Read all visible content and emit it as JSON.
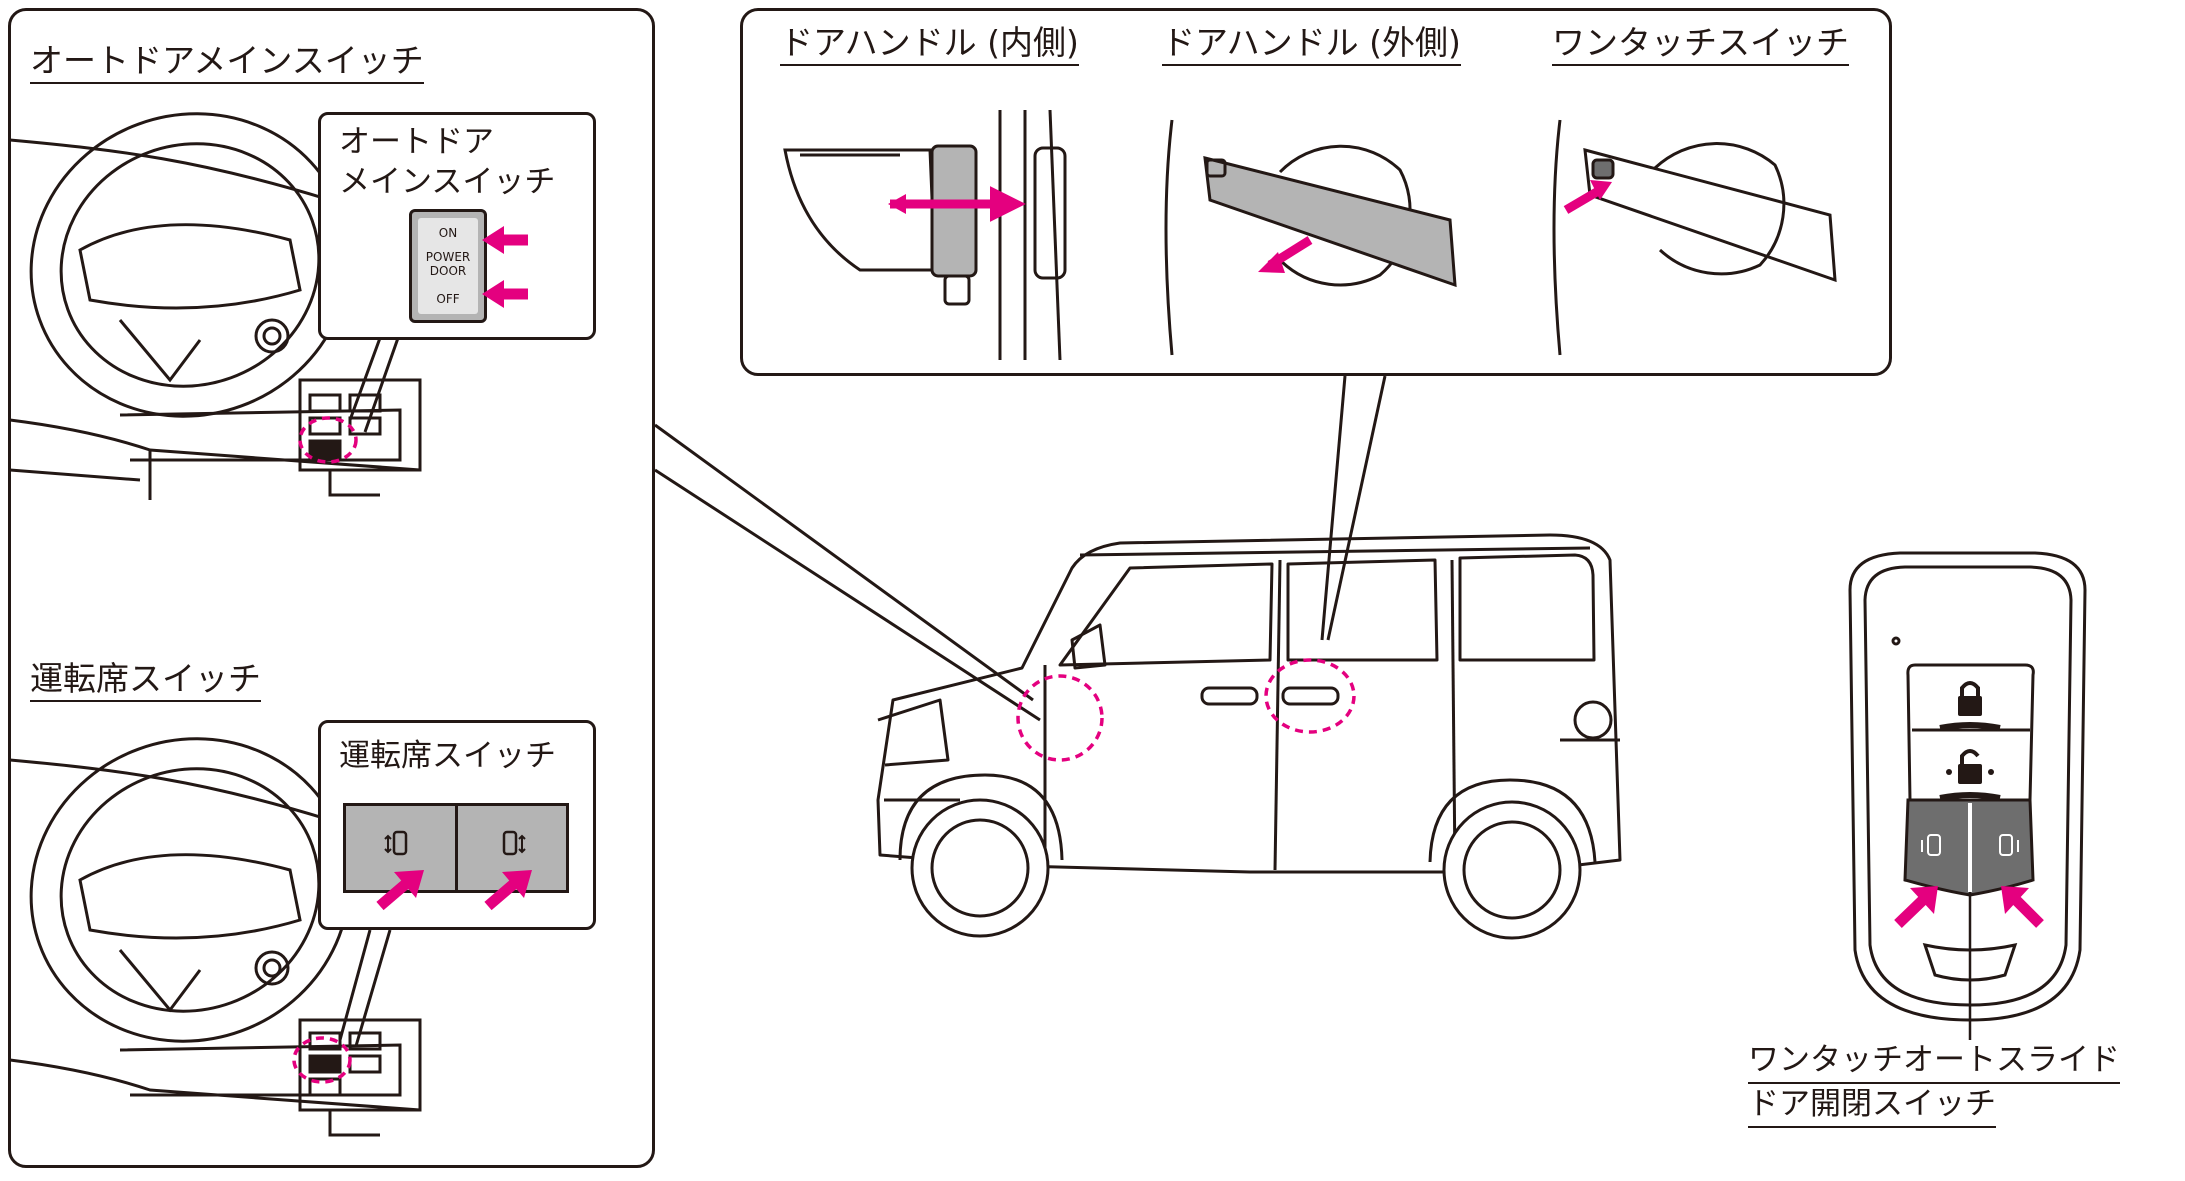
{
  "left_panel": {
    "main_switch_heading": "オートドアメインスイッチ",
    "main_switch_callout": {
      "title_line1": "オートドア",
      "title_line2": "メインスイッチ",
      "on_label": "ON",
      "power_label": "POWER",
      "door_label": "DOOR",
      "off_label": "OFF"
    },
    "driver_switch_heading": "運転席スイッチ",
    "driver_switch_callout": {
      "title": "運転席スイッチ"
    }
  },
  "top_panel": {
    "inner_handle_heading": "ドアハンドル (内側)",
    "outer_handle_heading": "ドアハンドル (外側)",
    "one_touch_heading": "ワンタッチスイッチ"
  },
  "key_fob": {
    "label_line1": "ワンタッチオートスライド",
    "label_line2": "ドア開閉スイッチ"
  },
  "colors": {
    "accent": "#e4007f",
    "line": "#231815",
    "gray": "#b4b4b4",
    "dark_gray": "#6e6e6e"
  }
}
